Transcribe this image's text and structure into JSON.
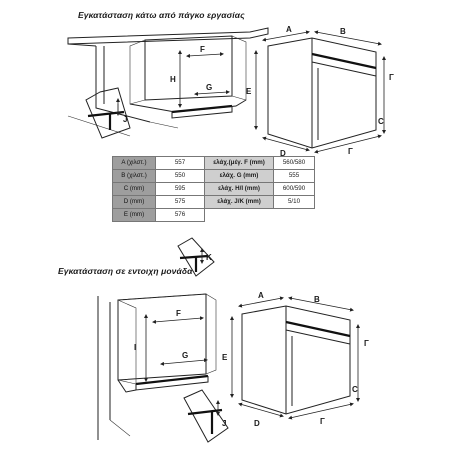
{
  "titles": {
    "under_counter": "Εγκατάσταση κάτω από πάγκο εργασίας",
    "column": "Εγκατάσταση σε εντοιχη μονάδα"
  },
  "labels": {
    "A": "A",
    "B": "B",
    "C": "C",
    "D": "D",
    "E": "E",
    "F": "F",
    "G": "G",
    "H": "H",
    "I": "I",
    "J": "J",
    "K": "K",
    "Gamma": "Γ"
  },
  "table": {
    "rows": [
      {
        "label": "A (χιλστ.)",
        "value": "557",
        "label2": "ελάχ.(μέγ. F (mm)",
        "value2": "560/580"
      },
      {
        "label": "B (χιλστ.)",
        "value": "550",
        "label2": "ελάχ. G (mm)",
        "value2": "555"
      },
      {
        "label": "C (mm)",
        "value": "595",
        "label2": "ελάχ. H/I (mm)",
        "value2": "600/590"
      },
      {
        "label": "D (mm)",
        "value": "575",
        "label2": "ελάχ. J/K (mm)",
        "value2": "5/10"
      },
      {
        "label": "E (mm)",
        "value": "576",
        "label2": "",
        "value2": ""
      }
    ]
  }
}
